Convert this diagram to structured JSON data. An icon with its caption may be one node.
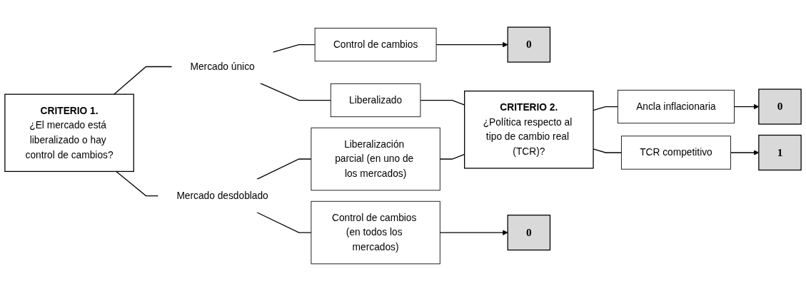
{
  "diagram": {
    "nodes": [
      {
        "text": [
          "CRITERIO 1.",
          "¿El mercado está liberalizado o hay control de cambios?"
        ]
      },
      {
        "text": [
          "Mercado único"
        ]
      },
      {
        "text": [
          "Mercado desdoblado"
        ]
      },
      {
        "text": [
          "Control de cambios"
        ]
      },
      {
        "text": [
          "Liberalizado"
        ]
      },
      {
        "text": [
          "Liberalización parcial (en uno de los mercados)"
        ]
      },
      {
        "text": [
          "Control de cambios (en todos los mercados)"
        ]
      },
      {
        "text": [
          "CRITERIO 2.",
          "¿Política respecto al tipo de cambio real (TCR)?"
        ]
      },
      {
        "text": [
          "Ancla inflacionaria"
        ]
      },
      {
        "text": [
          "TCR competitivo"
        ]
      },
      {
        "text": [
          "0"
        ]
      },
      {
        "text": [
          "0"
        ]
      },
      {
        "text": [
          "1"
        ]
      },
      {
        "text": [
          "0"
        ]
      }
    ],
    "edges": [
      {
        "from": 0,
        "to": 1,
        "arrow": "none"
      },
      {
        "from": 0,
        "to": 2,
        "arrow": "none"
      },
      {
        "from": 1,
        "to": 3,
        "arrow": "none"
      },
      {
        "from": 1,
        "to": 4,
        "arrow": "none"
      },
      {
        "from": 2,
        "to": 5,
        "arrow": "none"
      },
      {
        "from": 2,
        "to": 6,
        "arrow": "none"
      },
      {
        "from": 3,
        "to": 10,
        "arrow": "to"
      },
      {
        "from": 4,
        "to": 7,
        "arrow": "none"
      },
      {
        "from": 5,
        "to": 7,
        "arrow": "none"
      },
      {
        "from": 7,
        "to": 8,
        "arrow": "none"
      },
      {
        "from": 7,
        "to": 9,
        "arrow": "none"
      },
      {
        "from": 8,
        "to": 11,
        "arrow": "to"
      },
      {
        "from": 9,
        "to": 12,
        "arrow": "to"
      },
      {
        "from": 6,
        "to": 13,
        "arrow": "to"
      }
    ]
  }
}
